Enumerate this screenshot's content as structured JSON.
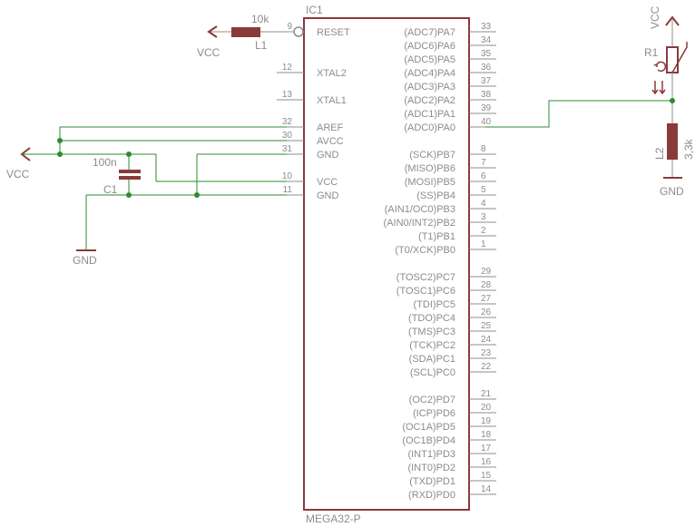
{
  "colors": {
    "wire": "#2e8b2e",
    "pin": "#8c8c8c",
    "body": "#8b3a3a",
    "text": "#8c8c8c",
    "background": "#ffffff"
  },
  "ic": {
    "name": "IC1",
    "value": "MEGA32-P"
  },
  "left_pins": [
    {
      "label": "RESET",
      "num": "9"
    },
    {
      "label": "XTAL2",
      "num": "12"
    },
    {
      "label": "XTAL1",
      "num": "13"
    },
    {
      "label": "AREF",
      "num": "32"
    },
    {
      "label": "AVCC",
      "num": "30"
    },
    {
      "label": "GND",
      "num": "31"
    },
    {
      "label": "VCC",
      "num": "10"
    },
    {
      "label": "GND",
      "num": "11"
    }
  ],
  "right_pins": [
    {
      "label": "(ADC7)PA7",
      "num": "33"
    },
    {
      "label": "(ADC6)PA6",
      "num": "34"
    },
    {
      "label": "(ADC5)PA5",
      "num": "35"
    },
    {
      "label": "(ADC4)PA4",
      "num": "36"
    },
    {
      "label": "(ADC3)PA3",
      "num": "37"
    },
    {
      "label": "(ADC2)PA2",
      "num": "38"
    },
    {
      "label": "(ADC1)PA1",
      "num": "39"
    },
    {
      "label": "(ADC0)PA0",
      "num": "40"
    },
    {
      "label": "(SCK)PB7",
      "num": "8"
    },
    {
      "label": "(MISO)PB6",
      "num": "7"
    },
    {
      "label": "(MOSI)PB5",
      "num": "6"
    },
    {
      "label": "(SS)PB4",
      "num": "5"
    },
    {
      "label": "(AIN1/OC0)PB3",
      "num": "4"
    },
    {
      "label": "(AIN0/INT2)PB2",
      "num": "3"
    },
    {
      "label": "(T1)PB1",
      "num": "2"
    },
    {
      "label": "(T0/XCK)PB0",
      "num": "1"
    },
    {
      "label": "(TOSC2)PC7",
      "num": "29"
    },
    {
      "label": "(TOSC1)PC6",
      "num": "28"
    },
    {
      "label": "(TDI)PC5",
      "num": "27"
    },
    {
      "label": "(TDO)PC4",
      "num": "26"
    },
    {
      "label": "(TMS)PC3",
      "num": "25"
    },
    {
      "label": "(TCK)PC2",
      "num": "24"
    },
    {
      "label": "(SDA)PC1",
      "num": "23"
    },
    {
      "label": "(SCL)PC0",
      "num": "22"
    },
    {
      "label": "(OC2)PD7",
      "num": "21"
    },
    {
      "label": "(ICP)PD6",
      "num": "20"
    },
    {
      "label": "(OC1A)PD5",
      "num": "19"
    },
    {
      "label": "(OC1B)PD4",
      "num": "18"
    },
    {
      "label": "(INT1)PD3",
      "num": "17"
    },
    {
      "label": "(INT0)PD2",
      "num": "16"
    },
    {
      "label": "(TXD)PD1",
      "num": "15"
    },
    {
      "label": "(RXD)PD0",
      "num": "14"
    }
  ],
  "resistor_l1": {
    "name": "L1",
    "value": "10k"
  },
  "capacitor_c1": {
    "name": "C1",
    "value": "100n"
  },
  "photoresistor_r1": {
    "name": "R1"
  },
  "resistor_l2": {
    "name": "L2",
    "value": "3,3k"
  },
  "supplies": {
    "vcc_reset": "VCC",
    "vcc_left": "VCC",
    "vcc_right": "VCC",
    "gnd_left": "GND",
    "gnd_right": "GND"
  }
}
